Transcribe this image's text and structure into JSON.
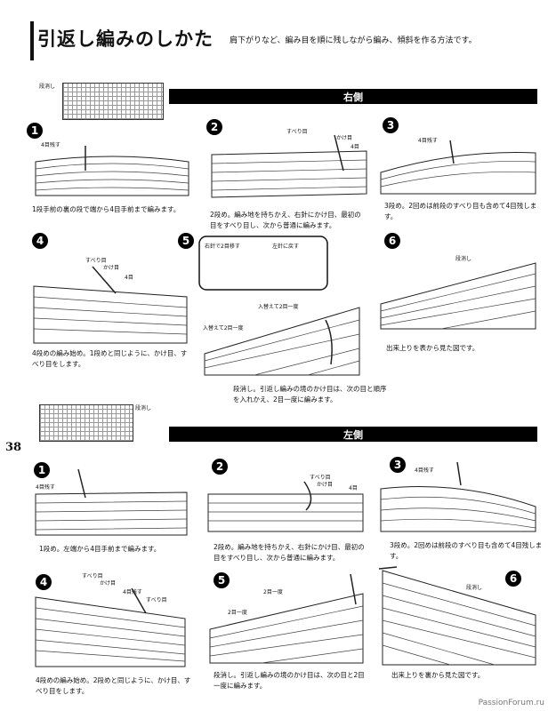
{
  "header": {
    "title": "引返し編みのしかた",
    "subtitle": "肩下がりなど、編み目を順に残しながら編み、傾斜を作る方法です。"
  },
  "chart_label": "段消し",
  "page_number": "38",
  "watermark": "PassionForum.ru",
  "sections": {
    "right": {
      "label": "右側",
      "steps": [
        {
          "num": "1",
          "caption": "1段手前の裏の段で端から4目手前まで編みます。",
          "labels": [
            "4目残す"
          ]
        },
        {
          "num": "2",
          "caption": "2段め。編み地を持ちかえ、右針にかけ目、最初の目をすべり目し、次から普通に編みます。",
          "labels": [
            "すべり目",
            "かけ目",
            "4目"
          ]
        },
        {
          "num": "3",
          "caption": "3段め。2回めは前段のすべり目も含めて4目残します。",
          "labels": [
            "4目残す"
          ]
        },
        {
          "num": "4",
          "caption": "4段めの編み始め。1段めと同じように、かけ目、すべり目をします。",
          "labels": [
            "すべり目",
            "かけ目",
            "4目"
          ]
        },
        {
          "num": "5",
          "caption": "段消し。引返し編みの境のかけ目は、次の目と順序を入れかえ、2目一度に編みます。",
          "labels": [
            "右針で2目移す",
            "左針に戻す",
            "入替えて2目一度",
            "入替えて2目一度"
          ]
        },
        {
          "num": "6",
          "caption": "出来上りを表から見た図です。",
          "labels": [
            "段消し"
          ]
        }
      ]
    },
    "left": {
      "label": "左側",
      "steps": [
        {
          "num": "1",
          "caption": "1段め。左端から4目手前まで編みます。",
          "labels": [
            "4目残す"
          ]
        },
        {
          "num": "2",
          "caption": "2段め。編み地を持ちかえ、右針にかけ目、最初の目をすべり目し、次から普通に編みます。",
          "labels": [
            "すべり目",
            "かけ目",
            "4目"
          ]
        },
        {
          "num": "3",
          "caption": "3段め。2回めは前段のすべり目も含めて4目残します。",
          "labels": [
            "4目残す"
          ]
        },
        {
          "num": "4",
          "caption": "4段めの編み始め。2段めと同じように、かけ目、すべり目をします。",
          "labels": [
            "すべり目",
            "かけ目",
            "4目残す",
            "すべり目"
          ]
        },
        {
          "num": "5",
          "caption": "段消し。引返し編みの境のかけ目は、次の目と2目一度に編みます。",
          "labels": [
            "2目一度",
            "2目一度"
          ]
        },
        {
          "num": "6",
          "caption": "出来上りを裏から見た図です。",
          "labels": [
            "段消し"
          ]
        }
      ]
    }
  }
}
